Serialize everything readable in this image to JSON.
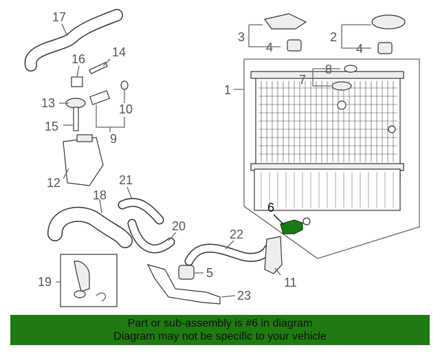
{
  "labels": {
    "p1": "1",
    "p2": "2",
    "p3": "3",
    "p4a": "4",
    "p4b": "4",
    "p5": "5",
    "p6": "6",
    "p7": "7",
    "p8": "8",
    "p9": "9",
    "p10": "10",
    "p11": "11",
    "p12": "12",
    "p13": "13",
    "p14": "14",
    "p15": "15",
    "p16": "16",
    "p17": "17",
    "p18": "18",
    "p19": "19",
    "p20": "20",
    "p21": "21",
    "p22": "22",
    "p23": "23"
  },
  "highlight_color": "#1a7a14",
  "banner": {
    "line1": "Part or sub-assembly is #6 in diagram",
    "line2": "Diagram may not be specific to your vehicle",
    "background": "#1f7a12"
  }
}
